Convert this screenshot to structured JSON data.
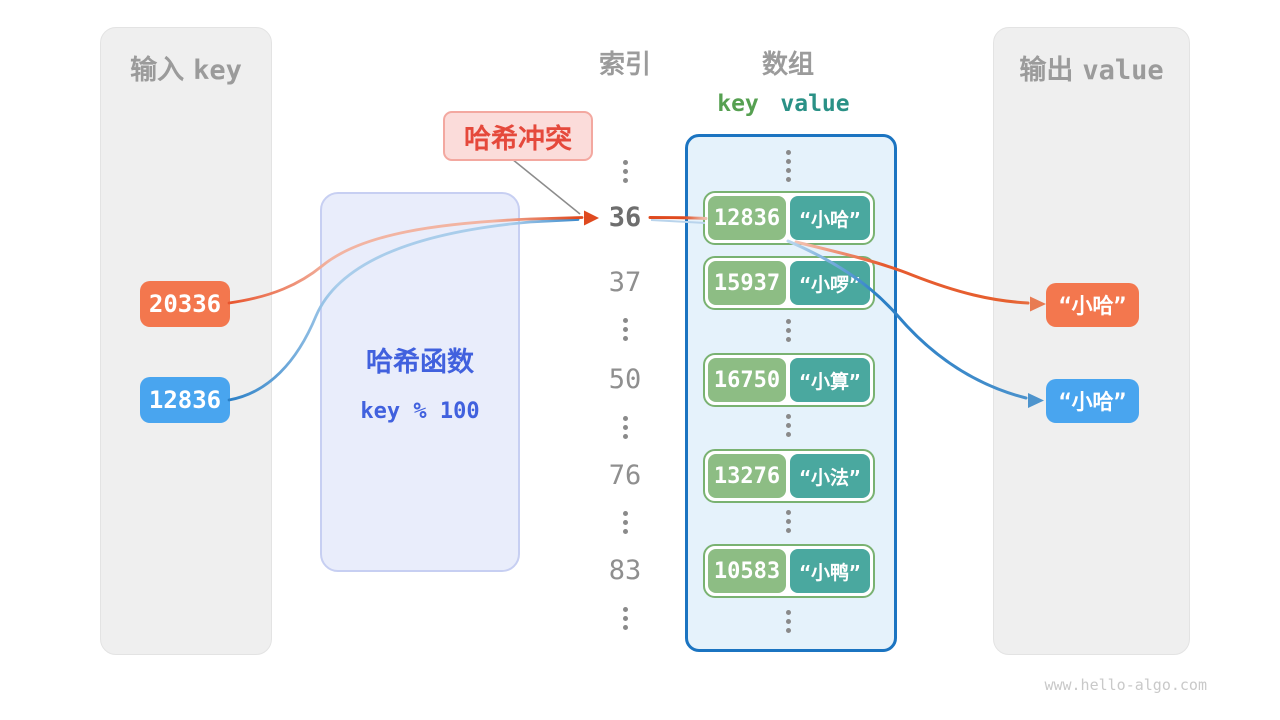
{
  "input_panel": {
    "title_zh": "输入",
    "title_en": "key",
    "keys": [
      "20336",
      "12836"
    ]
  },
  "hash_box": {
    "title": "哈希函数",
    "formula": "key % 100"
  },
  "collision_label": {
    "text": "哈希冲突"
  },
  "index_column": {
    "header": "索引",
    "values": [
      "36",
      "37",
      "50",
      "76",
      "83"
    ]
  },
  "array_panel": {
    "header": "数组",
    "key_header": "key",
    "value_header": "value",
    "rows": [
      {
        "key": "12836",
        "value": "“小哈”"
      },
      {
        "key": "15937",
        "value": "“小啰”"
      },
      {
        "key": "16750",
        "value": "“小算”"
      },
      {
        "key": "13276",
        "value": "“小法”"
      },
      {
        "key": "10583",
        "value": "“小鸭”"
      }
    ]
  },
  "output_panel": {
    "title_zh": "输出",
    "title_en": "value",
    "values": [
      "“小哈”",
      "“小哈”"
    ]
  },
  "footer": {
    "watermark": "www.hello-algo.com"
  },
  "colors": {
    "key_orange": "#f3774e",
    "key_blue": "#49a5ef",
    "bucket_key_green": "#8dbd84",
    "bucket_value_teal": "#4aa89f",
    "collision_red": "#e5493c",
    "hash_blue": "#4161de",
    "array_border_blue": "#1b74c1"
  }
}
